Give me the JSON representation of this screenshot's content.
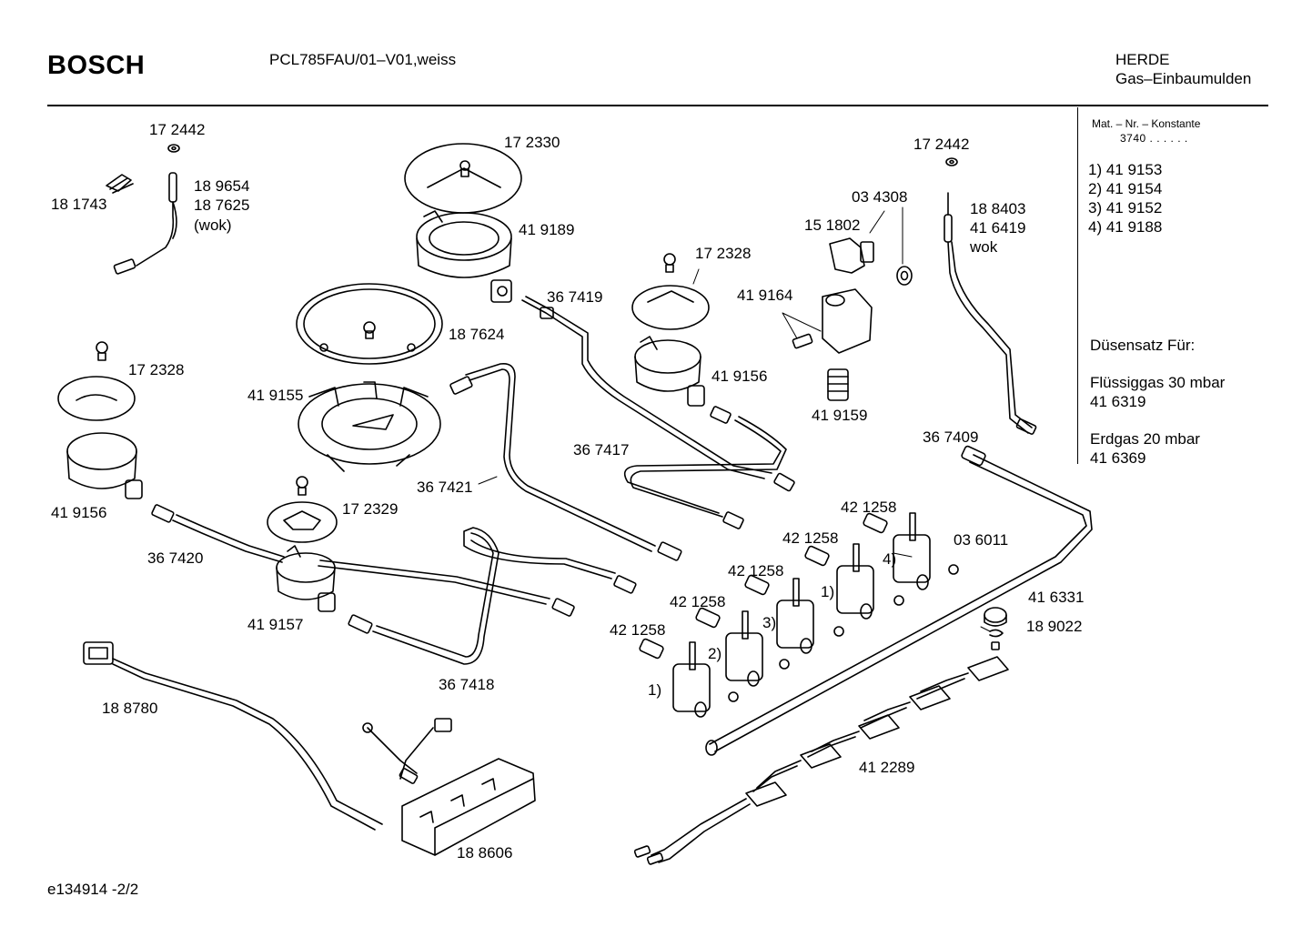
{
  "header": {
    "brand": "BOSCH",
    "model": "PCL785FAU/01–V01,weiss",
    "category": "HERDE",
    "subcategory": "Gas–Einbaumulden"
  },
  "sidebar": {
    "mat_title": "Mat. – Nr. – Konstante",
    "mat_code": "3740  .  .   .  .  .  .",
    "variants": [
      "1) 41 9153",
      "2) 41 9154",
      "3) 41 9152",
      "4) 41 9188"
    ],
    "nozzle_heading": "Düsensatz Für:",
    "lpg_label": "Flüssiggas 30 mbar",
    "lpg_part": "41 6319",
    "ng_label": "Erdgas 20 mbar",
    "ng_part": "41 6369"
  },
  "footer": {
    "drawing_id": "e134914  -2/2"
  },
  "parts": [
    {
      "id": "p1",
      "text": "17 2442"
    },
    {
      "id": "p2",
      "text": "18 1743"
    },
    {
      "id": "p3",
      "text": "18 9654"
    },
    {
      "id": "p4",
      "text": "18 7625"
    },
    {
      "id": "p5",
      "text": "(wok)"
    },
    {
      "id": "p6",
      "text": "17 2330"
    },
    {
      "id": "p7",
      "text": "41 9189"
    },
    {
      "id": "p8",
      "text": "17 2442"
    },
    {
      "id": "p9",
      "text": "03 4308"
    },
    {
      "id": "p10",
      "text": "18 8403"
    },
    {
      "id": "p11",
      "text": "41 6419"
    },
    {
      "id": "p12",
      "text": "wok"
    },
    {
      "id": "p13",
      "text": "15 1802"
    },
    {
      "id": "p14",
      "text": "17 2328"
    },
    {
      "id": "p15",
      "text": "36 7419"
    },
    {
      "id": "p16",
      "text": "41 9164"
    },
    {
      "id": "p17",
      "text": "18 7624"
    },
    {
      "id": "p18",
      "text": "17 2328"
    },
    {
      "id": "p19",
      "text": "41 9155"
    },
    {
      "id": "p20",
      "text": "41 9156"
    },
    {
      "id": "p21",
      "text": "41 9159"
    },
    {
      "id": "p22",
      "text": "36 7417"
    },
    {
      "id": "p23",
      "text": "36 7409"
    },
    {
      "id": "p24",
      "text": "36 7421"
    },
    {
      "id": "p25",
      "text": "41 9156"
    },
    {
      "id": "p26",
      "text": "17 2329"
    },
    {
      "id": "p27",
      "text": "42 1258"
    },
    {
      "id": "p28",
      "text": "42 1258"
    },
    {
      "id": "p29",
      "text": "03 6011"
    },
    {
      "id": "p30",
      "text": "4)"
    },
    {
      "id": "p31",
      "text": "36 7420"
    },
    {
      "id": "p32",
      "text": "42 1258"
    },
    {
      "id": "p33",
      "text": "1)"
    },
    {
      "id": "p34",
      "text": "41 6331"
    },
    {
      "id": "p35",
      "text": "42 1258"
    },
    {
      "id": "p36",
      "text": "3)"
    },
    {
      "id": "p37",
      "text": "18 9022"
    },
    {
      "id": "p38",
      "text": "41 9157"
    },
    {
      "id": "p39",
      "text": "42 1258"
    },
    {
      "id": "p40",
      "text": "2)"
    },
    {
      "id": "p41",
      "text": "36 7418"
    },
    {
      "id": "p42",
      "text": "1)"
    },
    {
      "id": "p43",
      "text": "18 8780"
    },
    {
      "id": "p44",
      "text": "41 2289"
    },
    {
      "id": "p45",
      "text": "18 8606"
    }
  ]
}
